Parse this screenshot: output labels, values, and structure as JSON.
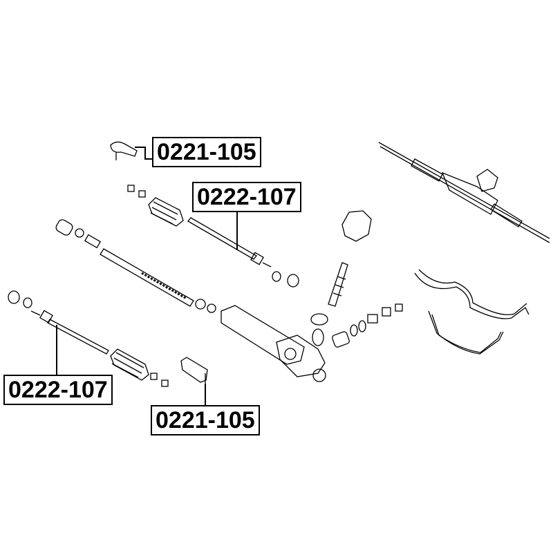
{
  "labels": {
    "tie_rod_end_top": "0221-105",
    "inner_tie_rod_top": "0222-107",
    "inner_tie_rod_bottom": "0222-107",
    "tie_rod_end_bottom": "0221-105"
  }
}
